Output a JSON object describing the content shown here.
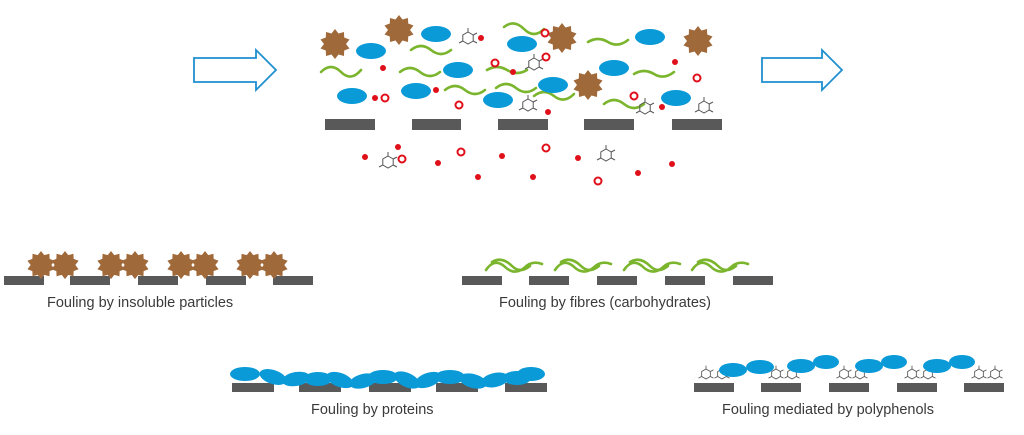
{
  "captions": {
    "insoluble_particles": "Fouling by insoluble particles",
    "fibres": "Fouling by fibres (carbohydrates)",
    "proteins": "Fouling by proteins",
    "polyphenols": "Fouling mediated by polyphenols"
  },
  "colors": {
    "membrane": "#595959",
    "particle": "#a0693a",
    "protein": "#0a9ad8",
    "fibre": "#7ab52d",
    "solute_dot": "#e0101a",
    "arrow": "#1f8fd0",
    "polyphenol": "#555555"
  },
  "icons": {
    "arrow_in": "hollow-right-arrow-icon",
    "arrow_out": "hollow-right-arrow-icon",
    "particle": "spiky-particle-icon",
    "protein": "ellipse-protein-icon",
    "fibre": "wavy-fibre-icon",
    "polyphenol": "phenol-molecule-icon"
  }
}
